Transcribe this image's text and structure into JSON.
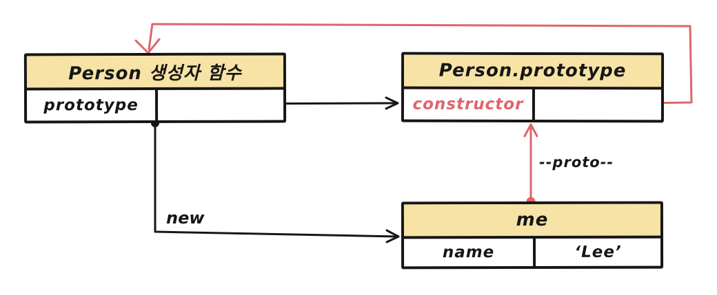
{
  "colors": {
    "ink": "#161616",
    "header": "#f6e3a5",
    "accent": "#e0646a"
  },
  "boxes": [
    {
      "id": "person-constructor",
      "title": "Person 생성자 함수",
      "rows": [
        {
          "key": "prototype",
          "value": ""
        }
      ]
    },
    {
      "id": "person-prototype",
      "title": "Person.prototype",
      "rows": [
        {
          "key": "constructor",
          "value": ""
        }
      ]
    },
    {
      "id": "me-instance",
      "title": "me",
      "rows": [
        {
          "key": "name",
          "value": "‘Lee’"
        }
      ]
    }
  ],
  "labels": {
    "new": "new",
    "proto": "--proto--"
  },
  "connectors": [
    {
      "name": "prototype-reference-arrow",
      "from": "Person 생성자 함수 . prototype",
      "to": "Person.prototype",
      "color": "#161616"
    },
    {
      "name": "constructor-reference-arrow",
      "from": "Person.prototype . constructor",
      "to": "Person 생성자 함수",
      "color": "#e0646a"
    },
    {
      "name": "proto-link-arrow",
      "from": "me",
      "to": "Person.prototype",
      "color": "#e0646a"
    },
    {
      "name": "new-instantiation-arrow",
      "from": "Person 생성자 함수",
      "to": "me",
      "color": "#161616"
    }
  ]
}
